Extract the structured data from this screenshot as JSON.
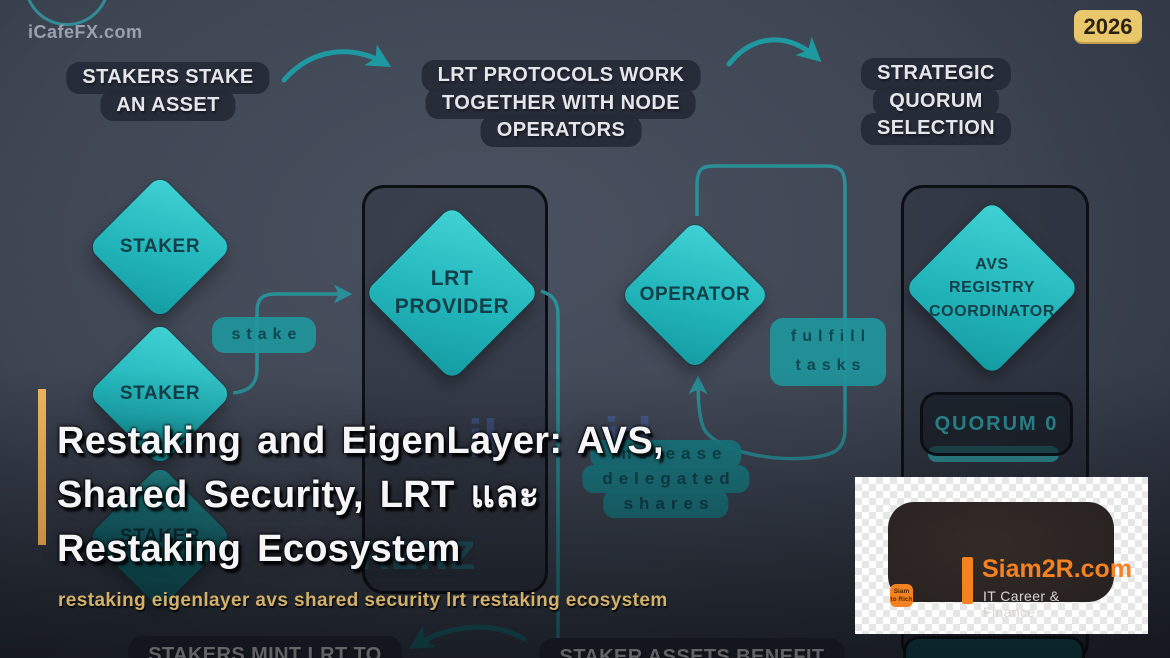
{
  "watermark": "iCafeFX.com",
  "year_badge": "2026",
  "headers": {
    "h1": {
      "lines": [
        "STAKERS STAKE",
        "AN ASSET"
      ]
    },
    "h2": {
      "lines": [
        "LRT PROTOCOLS WORK",
        "TOGETHER WITH NODE",
        "OPERATORS"
      ]
    },
    "h3": {
      "lines": [
        "STRATEGIC",
        "QUORUM",
        "SELECTION"
      ]
    }
  },
  "diamonds": {
    "staker": "STAKER",
    "lrt_provider": {
      "line1": "LRT",
      "line2": "PROVIDER"
    },
    "operator": "OPERATOR",
    "avs_registry": {
      "line1": "AVS REGISTRY",
      "line2": "COORDINATOR"
    }
  },
  "flow_labels": {
    "stake": "stake",
    "fulfill_tasks": {
      "line1": "fulfill",
      "line2": "tasks"
    },
    "increase_shares": {
      "line1": "increase",
      "line2": "delegated",
      "line3": "shares"
    },
    "quorum_0": "QUORUM 0"
  },
  "title": {
    "line1": "Restaking and EigenLayer: AVS,",
    "line2": "Shared Security, LRT และ",
    "line3": "Restaking Ecosystem",
    "subtitle": "restaking eigenlayer avs shared security lrt restaking ecosystem"
  },
  "bottom_badges": {
    "left": "STAKERS MINT LRT TO",
    "right": "STAKER ASSETS BENEFIT"
  },
  "brand": {
    "name": "Siam2R.com",
    "tagline": "IT Career & Finance",
    "logo_line1": "Siam",
    "logo_line2": "to Rich"
  },
  "background_fragments": {
    "blue_logo_1": "il",
    "blue_logo_2": "id",
    "teal_logo": "RENZ"
  },
  "colors": {
    "accent_teal": "#1f99a1",
    "diamond_teal": "#2cc4c8",
    "badge_dark": "#262c38",
    "year_gold": "#e9c76b",
    "subtitle_gold": "#d3b169",
    "brand_orange": "#f58220",
    "background": "#3d4452"
  }
}
